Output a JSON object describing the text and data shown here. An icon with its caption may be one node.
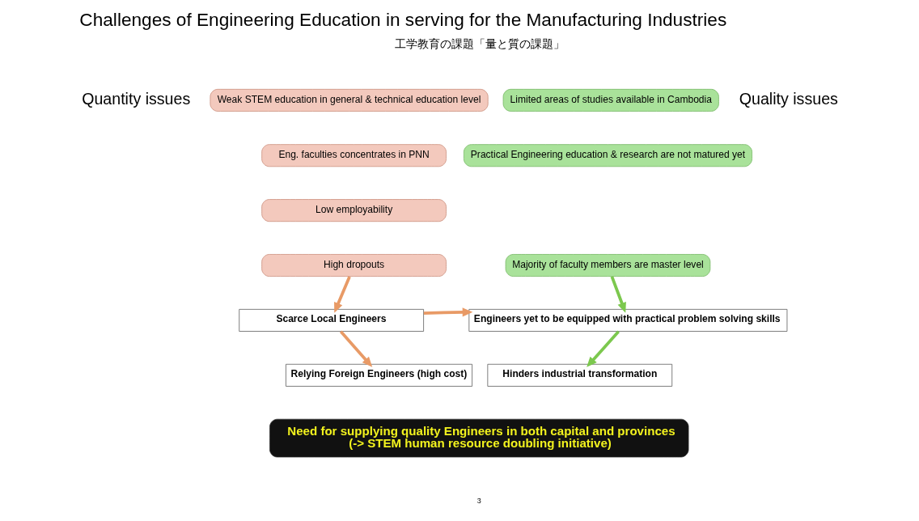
{
  "diagram": {
    "title": "Challenges of Engineering Education in serving for the Manufacturing Industries",
    "nodes": [
      {
        "text": [
          "Weak STEM education in general & technical education level"
        ]
      },
      {
        "text": [
          "Eng. faculties concentrates in PNN"
        ]
      },
      {
        "text": [
          "Low employability"
        ]
      },
      {
        "text": [
          "High dropouts"
        ]
      },
      {
        "text": [
          "Scarce Local Engineers"
        ]
      },
      {
        "text": [
          "Relying Foreign Engineers (high cost)"
        ]
      },
      {
        "text": [
          "Limited areas of studies available in Cambodia"
        ]
      },
      {
        "text": [
          "Practical Engineering education & research are not matured yet"
        ]
      },
      {
        "text": [
          "Majority of faculty members are master level"
        ]
      },
      {
        "text": [
          "Engineers yet to be equipped with practical problem solving skills"
        ]
      },
      {
        "text": [
          "Hinders industrial transformation"
        ]
      },
      {
        "text": [
          "Need for supplying quality Engineers in both capital and provinces",
          "(-> STEM human resource doubling initiative)"
        ]
      }
    ],
    "edges": [
      {
        "from": 3,
        "to": 4,
        "arrow": "to"
      },
      {
        "from": 4,
        "to": 5,
        "arrow": "to"
      },
      {
        "from": 4,
        "to": 9,
        "arrow": "to"
      },
      {
        "from": 8,
        "to": 9,
        "arrow": "to",
        "color": "#7cc84e"
      },
      {
        "from": 9,
        "to": 10,
        "arrow": "to",
        "color": "#7cc84e"
      }
    ],
    "labels": [
      "工学教育の課題「量と質の課題」",
      "Quantity issues",
      "Quality issues",
      "3"
    ]
  }
}
